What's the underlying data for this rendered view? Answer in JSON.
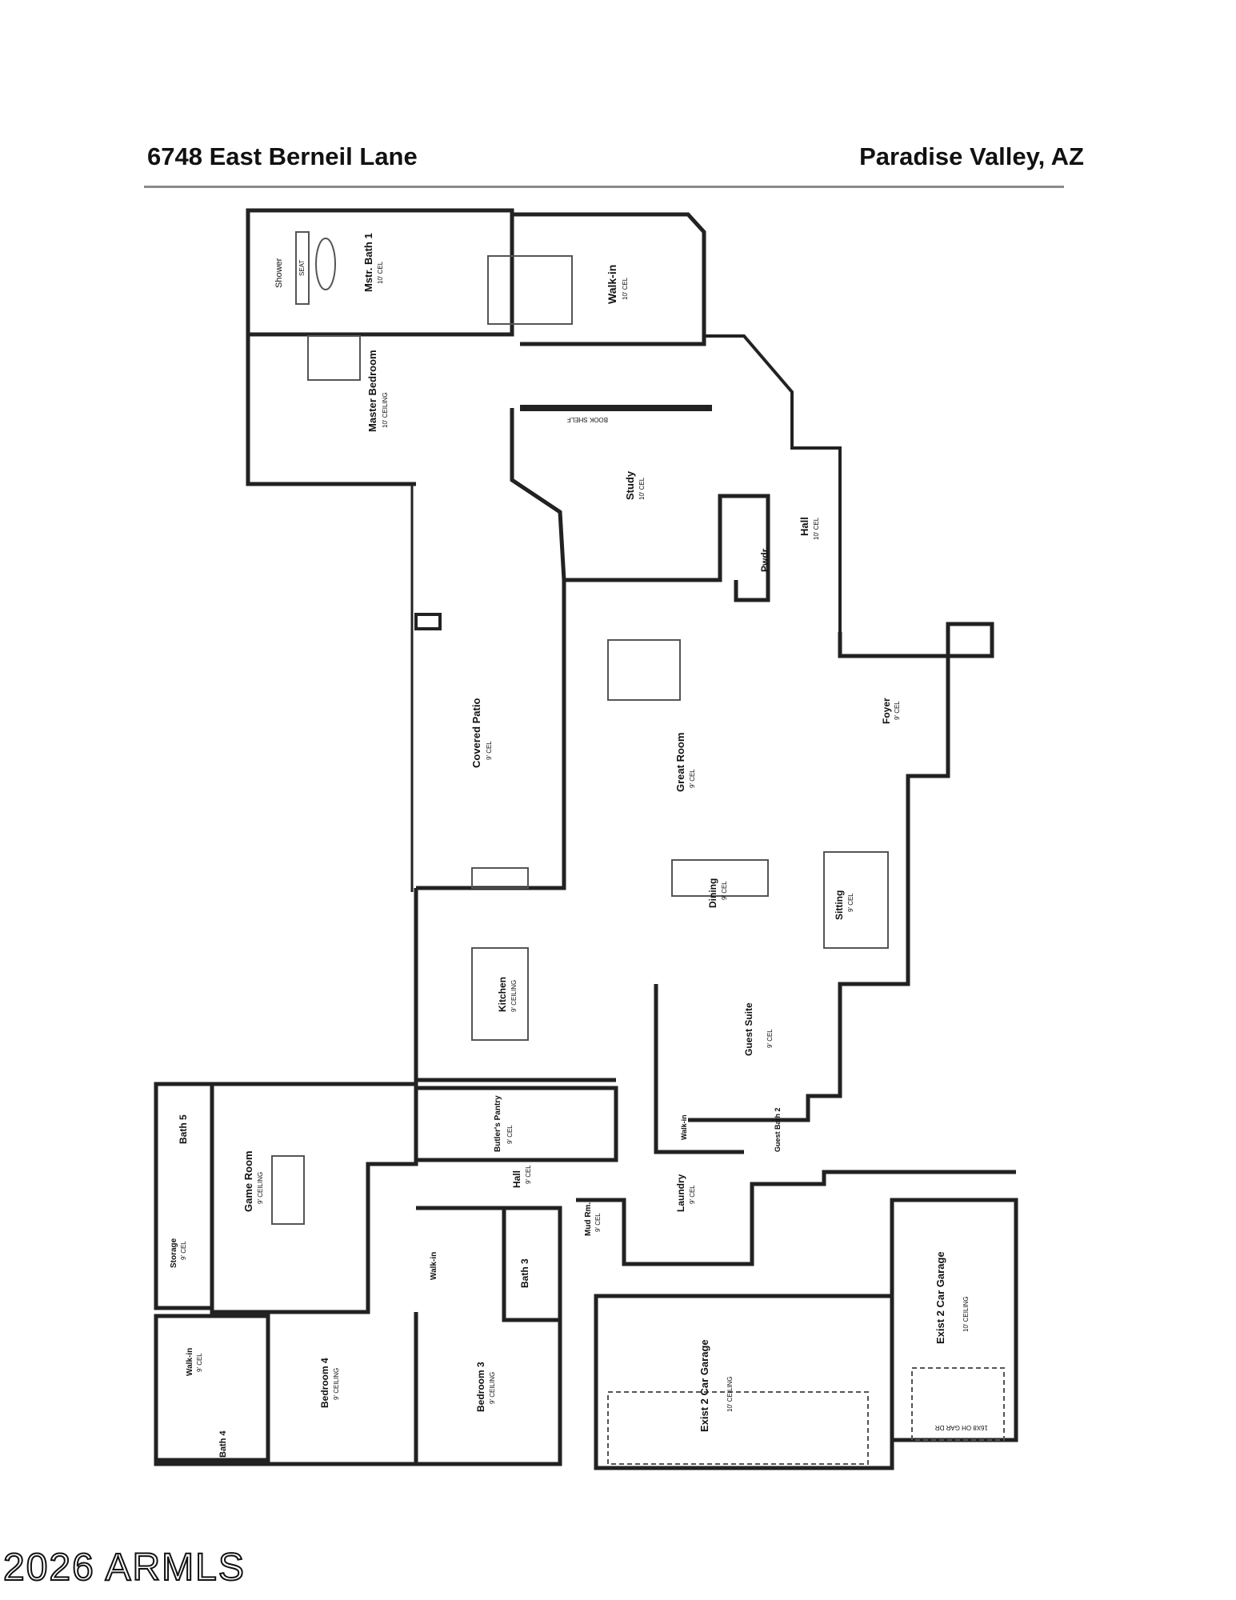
{
  "header": {
    "address": "6748 East Berneil Lane",
    "city": "Paradise Valley, AZ"
  },
  "rooms": {
    "shower": "Shower",
    "seat": "SEAT",
    "mstr_bath": "Mstr. Bath 1",
    "mstr_bath_ceil": "10' CEL",
    "walk_in_master": "Walk-in",
    "walk_in_master_ceil": "10' CEL",
    "master_bedroom": "Master Bedroom",
    "master_bedroom_ceil": "10' CEILING",
    "book_shelf": "BOOK SHELF",
    "study": "Study",
    "study_ceil": "10' CEL",
    "pwdr": "Pwdr.",
    "hall_top": "Hall",
    "hall_top_ceil": "10' CEL",
    "covered_patio": "Covered Patio",
    "covered_patio_ceil": "9' CEL",
    "great_room": "Great Room",
    "great_room_ceil": "9' CEL",
    "foyer": "Foyer",
    "foyer_ceil": "9' CEL",
    "dining": "Dining",
    "dining_ceil": "9' CEL",
    "sitting": "Sitting",
    "sitting_ceil": "9' CEL",
    "kitchen": "Kitchen",
    "kitchen_ceil": "9' CEILING",
    "guest_suite": "Guest Suite",
    "guest_suite_ceil": "9' CEL",
    "butlers_pantry": "Butler's Pantry",
    "butlers_pantry_ceil": "9' CEL",
    "walk_in_guest": "Walk-in",
    "guest_bath": "Guest Bath 2",
    "bath5": "Bath 5",
    "game_room": "Game Room",
    "game_room_ceil": "9' CEILING",
    "hall_bottom": "Hall",
    "hall_bottom_ceil": "9' CEL",
    "laundry": "Laundry",
    "laundry_ceil": "9' CEL",
    "mud_rm": "Mud Rm.",
    "mud_rm_ceil": "9' CEL",
    "storage": "Storage",
    "storage_ceil": "9' CEL",
    "walk_in_b3": "Walk-in",
    "bath3": "Bath 3",
    "exist_garage_right": "Exist 2 Car Garage",
    "exist_garage_right_ceil": "10' CEILING",
    "garage_door": "16X8 OH GAR DR",
    "walk_in_b4": "Walk-in",
    "walk_in_b4_ceil": "9' CEL",
    "bedroom4": "Bedroom 4",
    "bedroom4_ceil": "9' CEILING",
    "bedroom3": "Bedroom 3",
    "bedroom3_ceil": "9' CEILING",
    "exist_garage_center": "Exist 2 Car Garage",
    "exist_garage_center_ceil": "10' CEILING",
    "bath4": "Bath 4"
  },
  "footer": {
    "copyright": "2026 ARMLS"
  }
}
